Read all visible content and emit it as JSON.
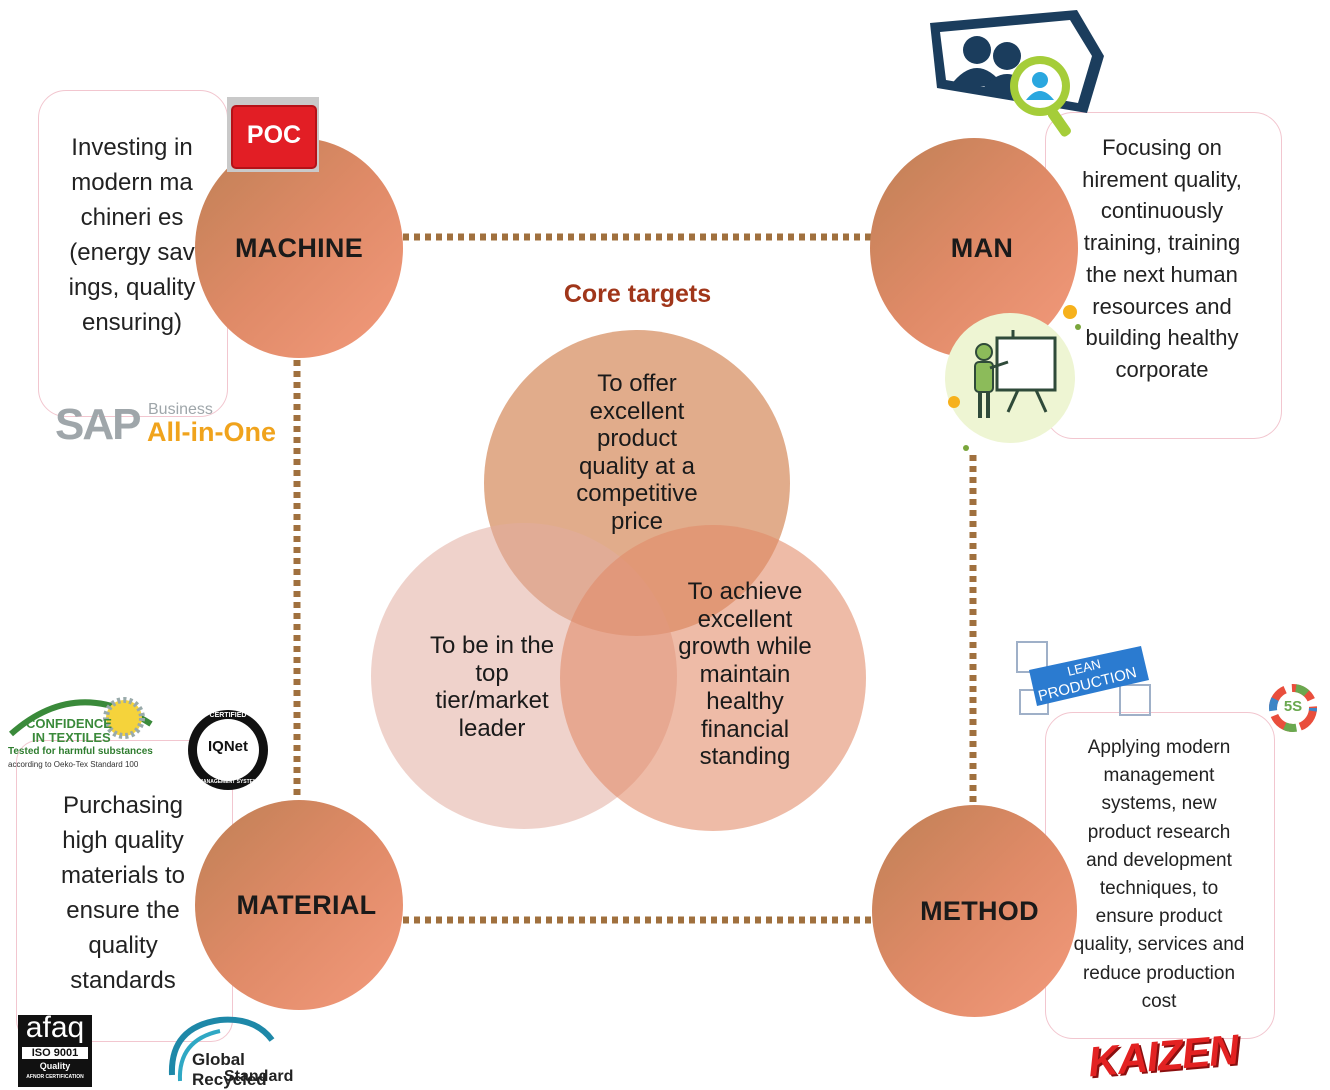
{
  "core": {
    "title": "Core targets",
    "targets": [
      "To offer excellent product quality at a competitive price",
      "To be in the top tier/market leader",
      "To achieve excellent growth while maintain healthy financial standing"
    ]
  },
  "nodes": {
    "machine": {
      "label": "MACHINE",
      "description": "Investing in modern machineri es (energy savings, quality ensuring)",
      "logos": {
        "poc": "POC",
        "sap": "SAP",
        "sap_business": "Business",
        "sap_allinone": "All-in-One"
      }
    },
    "man": {
      "label": "MAN",
      "description": "Focusing on hirement quality, continuously training, training the next human resources and building healthy corporate"
    },
    "material": {
      "label": "MATERIAL",
      "description": "Purchasing high quality materials to ensure the quality standards",
      "logos": {
        "confidence_1": "CONFIDENCE",
        "confidence_2": "IN TEXTILES",
        "confidence_3": "Tested for harmful substances",
        "confidence_4": "according to Oeko-Tex Standard 100",
        "iqnet": "IQNet",
        "certified": "CERTIFIED",
        "management_system": "MANAGEMENT SYSTEM",
        "afaq": "afaq",
        "iso": "ISO 9001",
        "quality": "Quality",
        "afnor": "AFNOR CERTIFICATION",
        "grs_1": "Global Recycled",
        "grs_2": "Standard"
      }
    },
    "method": {
      "label": "METHOD",
      "description": "Applying modern management systems, new product research and development techniques, to ensure product quality, services and reduce production cost",
      "logos": {
        "lean_1": "LEAN",
        "lean_2": "PRODUCTION",
        "five_s": "5S",
        "kaizen": "KAIZEN"
      }
    }
  },
  "colors": {
    "node_dark": "#bf8055",
    "node_light": "#f39a7c",
    "dotted": "#a0703e",
    "title_red": "#a0361a",
    "box_border": "#f2c6cf",
    "venn_top": "#d9956a",
    "venn_left": "#e9bcb1",
    "venn_right": "#e79776"
  }
}
